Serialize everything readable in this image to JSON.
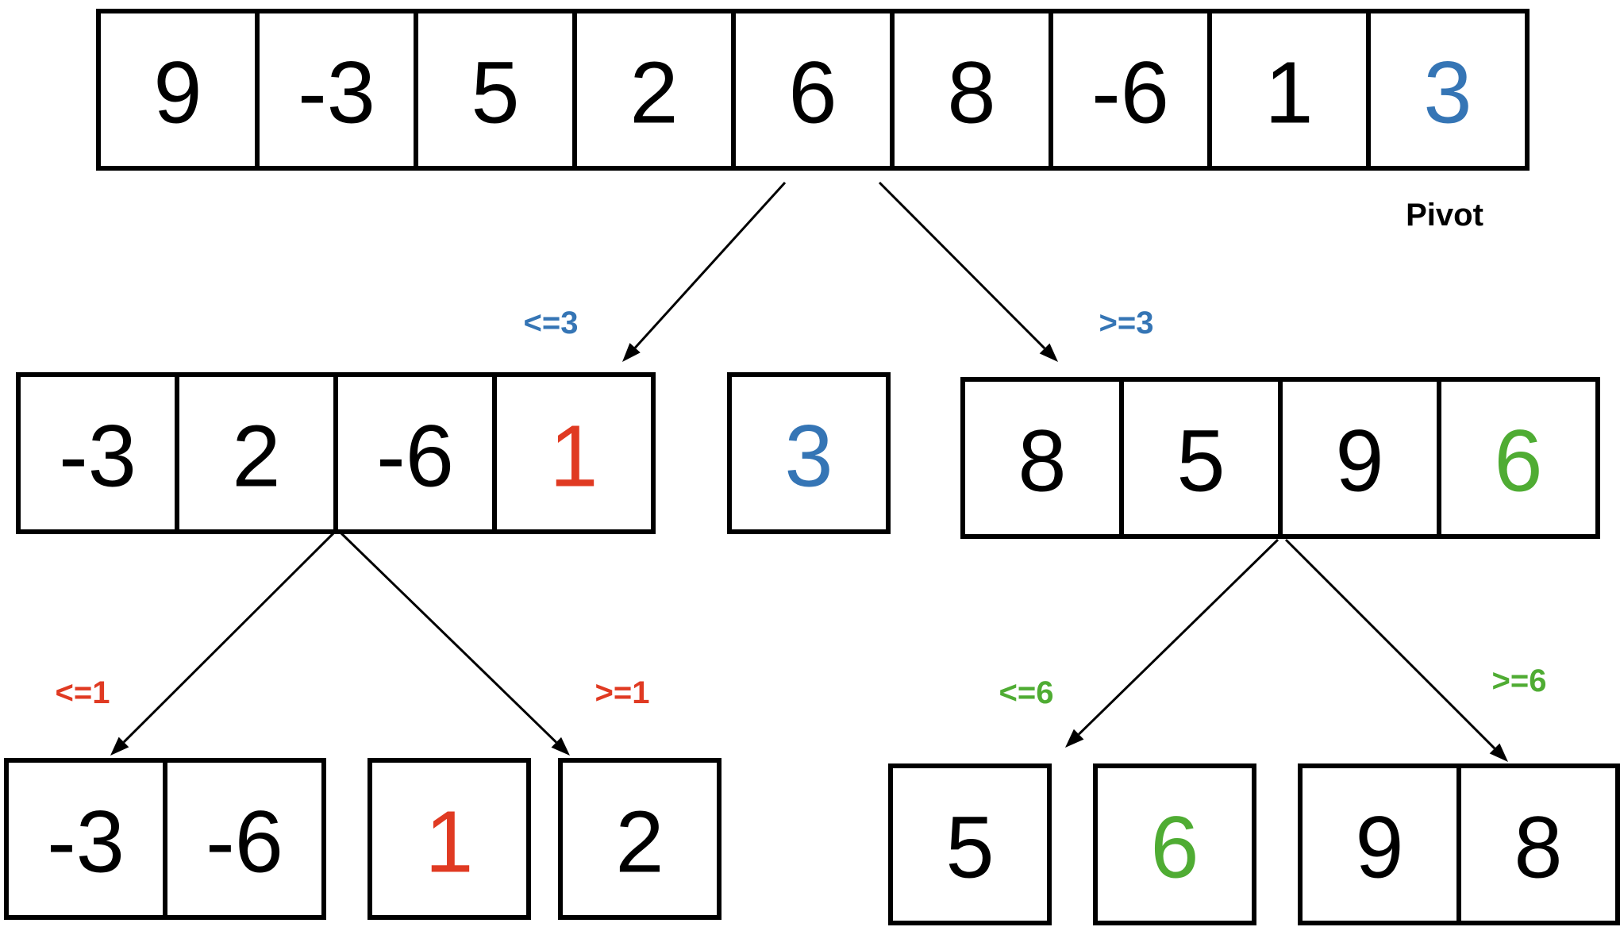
{
  "colors": {
    "default": "#000000",
    "blue": "#3575b5",
    "red": "#e03a22",
    "green": "#4fac33"
  },
  "arrays": [
    {
      "id": "input-array",
      "cells": [
        {
          "v": "9",
          "c": "default"
        },
        {
          "v": "-3",
          "c": "default"
        },
        {
          "v": "5",
          "c": "default"
        },
        {
          "v": "2",
          "c": "default"
        },
        {
          "v": "6",
          "c": "default"
        },
        {
          "v": "8",
          "c": "default"
        },
        {
          "v": "-6",
          "c": "default"
        },
        {
          "v": "1",
          "c": "default"
        },
        {
          "v": "3",
          "c": "blue"
        }
      ]
    },
    {
      "id": "left-partition",
      "cells": [
        {
          "v": "-3",
          "c": "default"
        },
        {
          "v": "2",
          "c": "default"
        },
        {
          "v": "-6",
          "c": "default"
        },
        {
          "v": "1",
          "c": "red"
        }
      ]
    },
    {
      "id": "pivot-3",
      "cells": [
        {
          "v": "3",
          "c": "blue"
        }
      ]
    },
    {
      "id": "right-partition",
      "cells": [
        {
          "v": "8",
          "c": "default"
        },
        {
          "v": "5",
          "c": "default"
        },
        {
          "v": "9",
          "c": "default"
        },
        {
          "v": "6",
          "c": "green"
        }
      ]
    },
    {
      "id": "left-left-partition",
      "cells": [
        {
          "v": "-3",
          "c": "default"
        },
        {
          "v": "-6",
          "c": "default"
        }
      ]
    },
    {
      "id": "pivot-1",
      "cells": [
        {
          "v": "1",
          "c": "red"
        }
      ]
    },
    {
      "id": "left-right-partition",
      "cells": [
        {
          "v": "2",
          "c": "default"
        }
      ]
    },
    {
      "id": "right-left-partition",
      "cells": [
        {
          "v": "5",
          "c": "default"
        }
      ]
    },
    {
      "id": "pivot-6",
      "cells": [
        {
          "v": "6",
          "c": "green"
        }
      ]
    },
    {
      "id": "right-right-partition",
      "cells": [
        {
          "v": "9",
          "c": "default"
        },
        {
          "v": "8",
          "c": "default"
        }
      ]
    }
  ],
  "labels": [
    {
      "id": "pivot-label",
      "text": "Pivot",
      "c": "default"
    },
    {
      "id": "le-3-label",
      "text": "<=3",
      "c": "blue"
    },
    {
      "id": "ge-3-label",
      "text": ">=3",
      "c": "blue"
    },
    {
      "id": "le-1-label",
      "text": "<=1",
      "c": "red"
    },
    {
      "id": "ge-1-label",
      "text": ">=1",
      "c": "red"
    },
    {
      "id": "le-6-label",
      "text": "<=6",
      "c": "green"
    },
    {
      "id": "ge-6-label",
      "text": ">=6",
      "c": "green"
    }
  ]
}
